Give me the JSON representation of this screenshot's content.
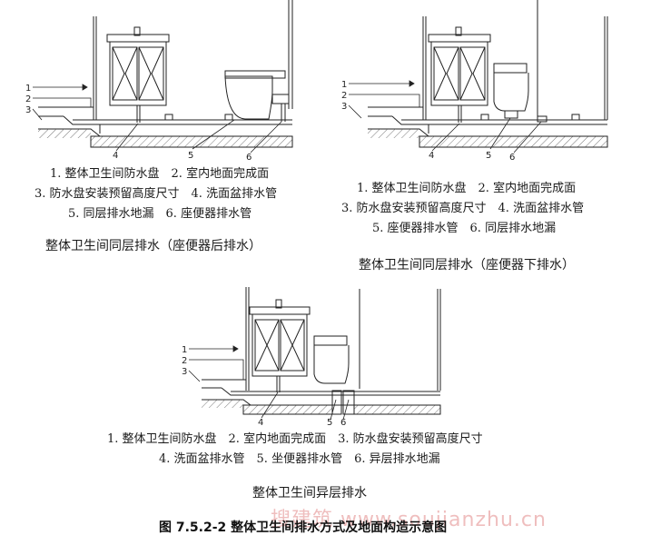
{
  "panels": [
    {
      "legend": [
        "1. 整体卫生间防水盘　2. 室内地面完成面",
        "3. 防水盘安装预留高度尺寸　4. 洗面盆排水管",
        "5. 同层排水地漏　6. 座便器排水管"
      ],
      "caption": "整体卫生间同层排水（座便器后排水）",
      "callouts": [
        "1",
        "2",
        "3",
        "4",
        "5",
        "6"
      ]
    },
    {
      "legend": [
        "1. 整体卫生间防水盘　2. 室内地面完成面",
        "3. 防水盘安装预留高度尺寸　4. 洗面盆排水管",
        "5. 座便器排水管　6. 同层排水地漏"
      ],
      "caption": "整体卫生间同层排水（座便器下排水）",
      "callouts": [
        "1",
        "2",
        "3",
        "4",
        "5",
        "6"
      ]
    },
    {
      "legend": [
        "1. 整体卫生间防水盘　2. 室内地面完成面　3. 防水盘安装预留高度尺寸",
        "4. 洗面盆排水管　5. 坐便器排水管　6. 异层排水地漏"
      ],
      "caption": "整体卫生间异层排水",
      "callouts": [
        "1",
        "2",
        "3",
        "4",
        "5",
        "6"
      ]
    }
  ],
  "figure_caption": "图 7.5.2-2  整体卫生间排水方式及地面构造示意图",
  "watermark": "搜建筑  www.soujianzhu.cn",
  "colors": {
    "line": "#222222",
    "watermark": "#e07070"
  }
}
